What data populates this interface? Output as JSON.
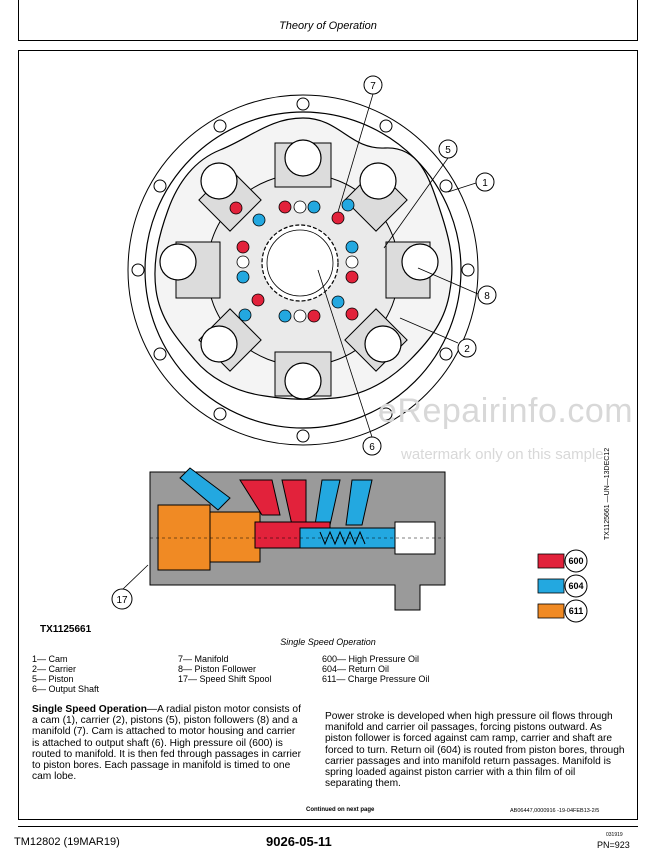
{
  "header": {
    "title": "Theory of Operation"
  },
  "figure": {
    "callouts": {
      "c7": "7",
      "c5": "5",
      "c1": "1",
      "c8": "8",
      "c2": "2",
      "c6": "6",
      "c17": "17"
    },
    "figure_id": "TX1125661",
    "caption": "Single Speed Operation",
    "side_code": "TX1125661 —UN—13DEC12",
    "colors": {
      "high_pressure": "#e2223b",
      "return": "#23a8e0",
      "charge": "#f08a24"
    },
    "oil_legend": [
      {
        "code": "600",
        "color": "#e2223b"
      },
      {
        "code": "604",
        "color": "#23a8e0"
      },
      {
        "code": "611",
        "color": "#f08a24"
      }
    ]
  },
  "watermark": {
    "line1": "eRepairinfo.com",
    "line2": "watermark only on this sample"
  },
  "legend": {
    "col1": [
      "1— Cam",
      "2— Carrier",
      "5— Piston",
      "6— Output Shaft"
    ],
    "col2": [
      "7— Manifold",
      "8— Piston Follower",
      "17— Speed Shift Spool"
    ],
    "col3": [
      "600— High Pressure Oil",
      "604— Return Oil",
      "611— Charge Pressure Oil"
    ]
  },
  "body": {
    "left_heading": "Single Speed Operation",
    "left_text": "—A radial piston motor consists of a cam (1), carrier (2), pistons (5), piston followers (8) and a manifold (7). Cam is attached to motor housing and carrier is attached to output shaft (6). High pressure oil (600) is routed to manifold. It is then fed through passages in carrier to piston bores. Each passage in manifold is timed to one cam lobe.",
    "right_text": "Power stroke is developed when high pressure oil flows through manifold and carrier oil passages, forcing pistons outward. As piston follower is forced against cam ramp, carrier and shaft are forced to turn. Return oil (604) is routed from piston bores, through carrier passages and into manifold return passages. Manifold is spring loaded against piston carrier with a thin film of oil separating them."
  },
  "continued": "Continued on next page",
  "ab_code": "AB06447,0000916 -19-04FEB13-2/5",
  "footer": {
    "left": "TM12802 (19MAR19)",
    "center": "9026-05-11",
    "right": "PN=923",
    "small": "031919"
  }
}
